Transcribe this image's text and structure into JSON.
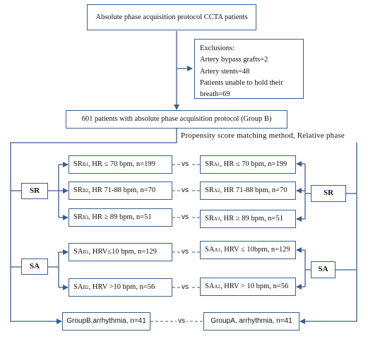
{
  "top_box": {
    "text": "Absolute phase acquisition protocol CCTA patients"
  },
  "exclusions": {
    "title": "Exclusions:",
    "lines": [
      "Artery bypass grafts=2",
      "Artery stents=48",
      "Patients unable to hold their",
      "breath=69"
    ]
  },
  "group_b_box": {
    "text": "601 patients with absolute phase acquisition protocol (Group B)"
  },
  "method_label": "Propensity score matching method, Relative phase",
  "hubs": {
    "sr_left": "SR",
    "sa_left": "SA",
    "sr_right": "SR",
    "sa_right": "SA"
  },
  "vs_label": "vs",
  "group_b_boxes": {
    "sr1": {
      "main": "SR",
      "sub": "B1",
      "rest": ", HR ≤ 70 bpm, n=199"
    },
    "sr2": {
      "main": "SR",
      "sub": "B2",
      "rest": ", HR 71-88 bpm, n=70"
    },
    "sr3": {
      "main": "SR",
      "sub": "B3",
      "rest": ", HR ≥ 89 bpm, n=51"
    },
    "sa1": {
      "main": "SA",
      "sub": "B1",
      "rest": ", HRV≤10 bpm, n=129"
    },
    "sa2": {
      "main": "SA",
      "sub": "B2",
      "rest": ", HRV >10 bpm, n=56"
    },
    "arr": {
      "text": "GroupB,arrhythmia, n=41"
    }
  },
  "group_a_boxes": {
    "sr1": {
      "main": "SR",
      "sub": "A1",
      "rest": ", HR ≤ 70 bpm, n=199"
    },
    "sr2": {
      "main": "SR",
      "sub": "A2",
      "rest": ", HR 71-88 bpm, n=70"
    },
    "sr3": {
      "main": "SR",
      "sub": "A3",
      "rest": ", HR ≥ 89 bpm, n=51"
    },
    "sa1": {
      "main": "SA",
      "sub": "A1",
      "rest": ", HRV ≤ 10bpm, n=129"
    },
    "sa2": {
      "main": "SA",
      "sub": "A2",
      "rest": ", HRV > 10 bpm, n=56"
    },
    "arr": {
      "text": "GroupA, arrhythmia, n=41"
    }
  },
  "colors": {
    "line": "#3b5f8f",
    "dash": "#3b5f8f"
  }
}
